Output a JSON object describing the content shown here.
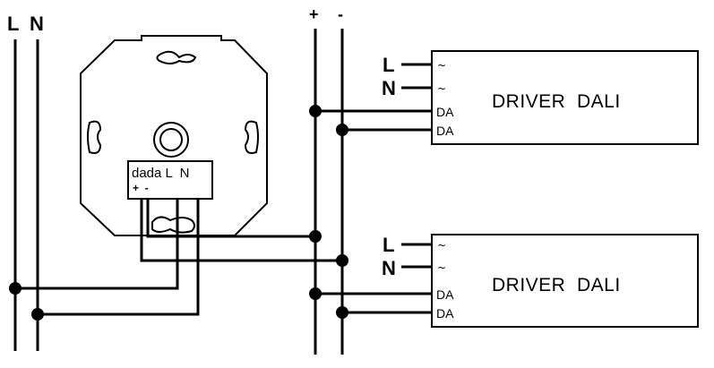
{
  "mains": {
    "line_label": "L",
    "neutral_label": "N"
  },
  "bus": {
    "plus_label": "+",
    "minus_label": "-"
  },
  "dimmer": {
    "terminals_label": "dada L  N",
    "polarity_label": "+  -"
  },
  "drivers": [
    {
      "title": "DRIVER  DALI",
      "input_l_label": "L",
      "input_n_label": "N",
      "tilde_1": "~",
      "tilde_2": "~",
      "da_1": "DA",
      "da_2": "DA"
    },
    {
      "title": "DRIVER  DALI",
      "input_l_label": "L",
      "input_n_label": "N",
      "tilde_1": "~",
      "tilde_2": "~",
      "da_1": "DA",
      "da_2": "DA"
    }
  ]
}
